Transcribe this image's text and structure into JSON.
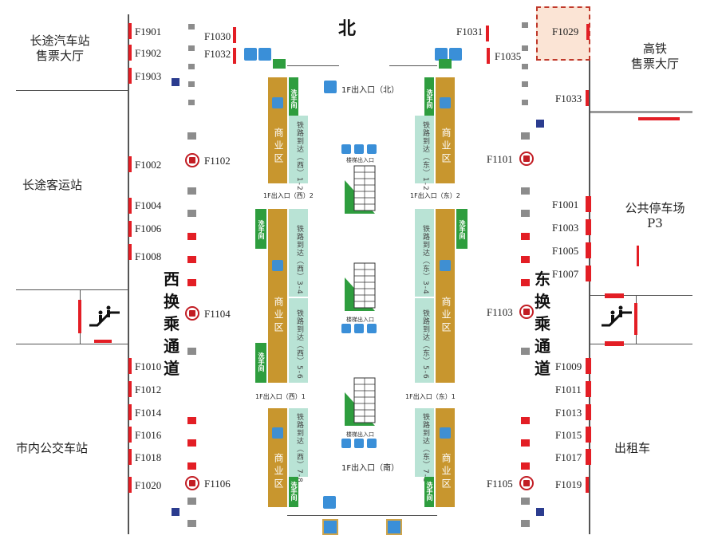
{
  "north_label": "北",
  "left_labels": {
    "long_bus_ticket": "长途汽车站\n售票大厅",
    "long_passenger": "长途客运站",
    "city_bus": "市内公交车站"
  },
  "right_labels": {
    "hsr_ticket": "高铁\n售票大厅",
    "parking": "公共停车场\nP3",
    "taxi": "出租车"
  },
  "west_passage": [
    "西",
    "换",
    "乘",
    "通",
    "道"
  ],
  "east_passage": [
    "东",
    "换",
    "乘",
    "通",
    "道"
  ],
  "left_codes": [
    "F1901",
    "F1902",
    "F1903",
    "F1002",
    "F1004",
    "F1006",
    "F1008",
    "F1010",
    "F1012",
    "F1014",
    "F1016",
    "F1018",
    "F1020"
  ],
  "inner_left_codes": [
    "F1030",
    "F1032",
    "F1102",
    "F1104",
    "F1106"
  ],
  "inner_right_codes": [
    "F1031",
    "F1035",
    "F1101",
    "F1103",
    "F1105"
  ],
  "right_codes": [
    "F1029",
    "F1033",
    "F1001",
    "F1003",
    "F1005",
    "F1007",
    "F1009",
    "F1011",
    "F1013",
    "F1015",
    "F1017",
    "F1019"
  ],
  "center": {
    "exit_north": "1F出入口（北）",
    "exit_south": "1F出入口（南）",
    "exit_west_2": "1F出入口（西）2",
    "exit_east_2": "1F出入口（东）2",
    "exit_west_1": "1F出入口（西）1",
    "exit_east_1": "1F出入口（东）1",
    "shop": "商业区",
    "wash": "洗手间",
    "rail_west_12": "铁路到达（西）1-2",
    "rail_east_12": "铁路到达（东）1-2",
    "rail_west_34": "铁路到达（西）3-4",
    "rail_east_34": "铁路到达（东）3-4",
    "rail_west_56": "铁路到达（西）5-6",
    "rail_east_56": "铁路到达（东）5-6",
    "rail_west_78": "铁路到达（西）7-8",
    "rail_east_78": "铁路到达（东）7-8",
    "escalator": "楼梯出入口"
  },
  "colors": {
    "red": "#e31e25",
    "shop": "#c8962e",
    "mint": "#b9e3d5",
    "green": "#2e9d3e",
    "blue": "#3a8fd8"
  }
}
